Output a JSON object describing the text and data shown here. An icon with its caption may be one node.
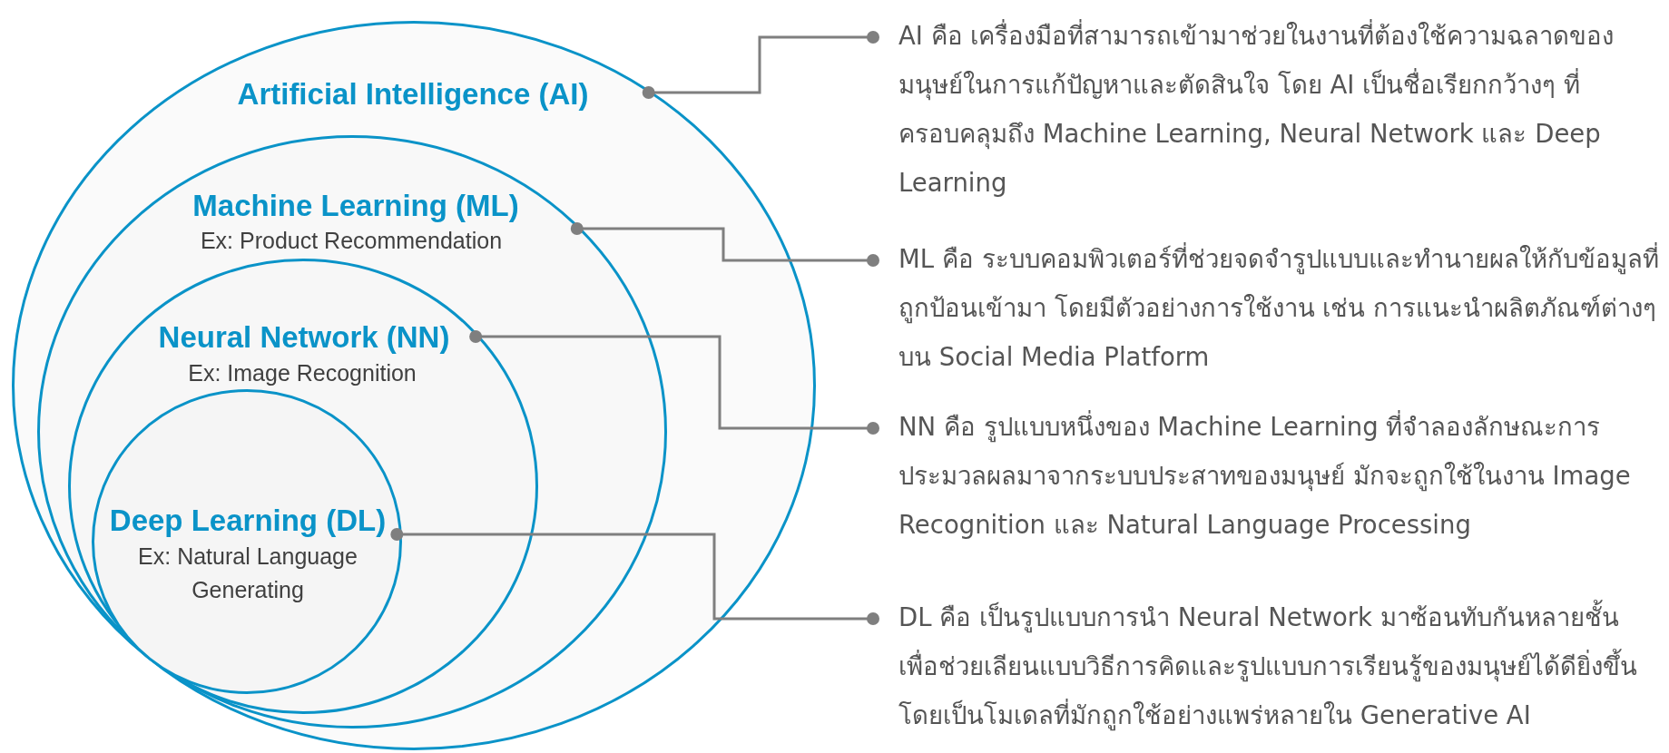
{
  "diagram": {
    "nodes": [
      {
        "text": [
          "Artificial Intelligence (AI)"
        ]
      },
      {
        "text": [
          "Machine Learning (ML)",
          "Ex: Product Recommendation"
        ],
        "in": 0
      },
      {
        "text": [
          "Neural Network (NN)",
          "Ex: Image Recognition"
        ],
        "in": 1
      },
      {
        "text": [
          "Deep Learning (DL)",
          "Ex: Natural Language Generating"
        ],
        "in": 2
      },
      {
        "text": [
          "AI คือ เครื่องมือที่สามารถเข้ามาช่วยในงานที่ต้องใช้ความฉลาดของมนุษย์ในการแก้ปัญหาและตัดสินใจ โดย AI เป็นชื่อเรียกกว้างๆ ที่ครอบคลุมถึง Machine Learning, Neural Network และ Deep Learning"
        ]
      },
      {
        "text": [
          "ML คือ ระบบคอมพิวเตอร์ที่ช่วยจดจำรูปแบบและทำนายผลให้กับข้อมูลที่ถูกป้อนเข้ามา โดยมีตัวอย่างการใช้งาน เช่น การแนะนำผลิตภัณฑ์ต่างๆ บน Social Media Platform"
        ]
      },
      {
        "text": [
          "NN คือ รูปแบบหนึ่งของ Machine Learning ที่จำลองลักษณะการประมวลผลมาจากระบบประสาทของมนุษย์ มักจะถูกใช้ในงาน Image Recognition และ Natural Language Processing"
        ]
      },
      {
        "text": [
          "DL คือ เป็นรูปแบบการนำ Neural Network มาซ้อนทับกันหลายชั้น เพื่อช่วยเลียนแบบวิธีการคิดและรูปแบบการเรียนรู้ของมนุษย์ได้ดียิ่งขึ้น โดยเป็นโมเดลที่มักถูกใช้อย่างแพร่หลายใน Generative AI"
        ]
      }
    ],
    "edges": [
      {
        "from": 0,
        "to": 4,
        "arrow": "other"
      },
      {
        "from": 1,
        "to": 5,
        "arrow": "other"
      },
      {
        "from": 2,
        "to": 6,
        "arrow": "other"
      },
      {
        "from": 3,
        "to": 7,
        "arrow": "other"
      }
    ]
  }
}
